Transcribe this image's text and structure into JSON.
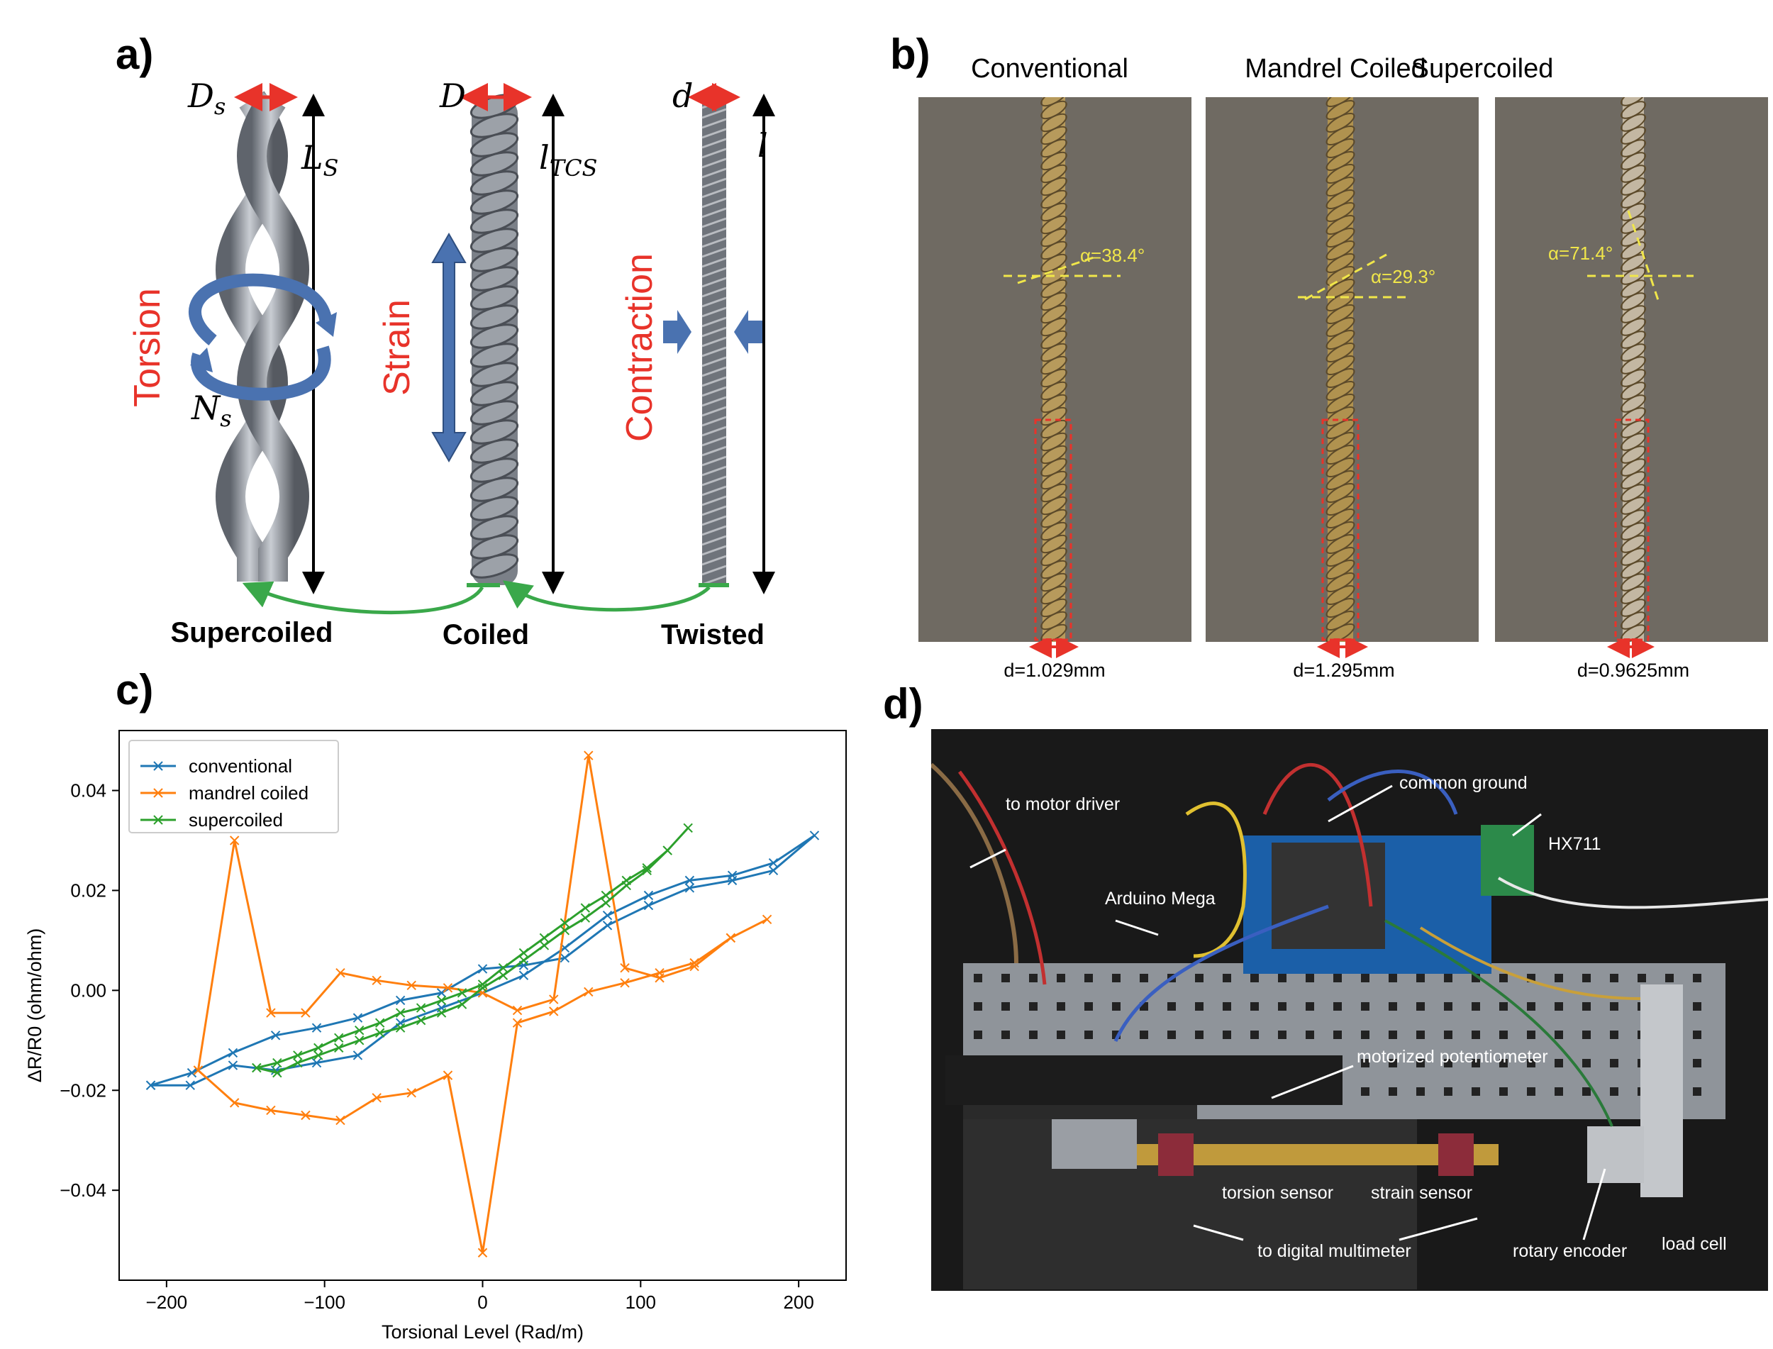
{
  "panels": {
    "a": "a)",
    "b": "b)",
    "c": "c)",
    "d": "d)"
  },
  "panel_a": {
    "fibers": [
      {
        "label": "Supercoiled",
        "diameter_symbol": "D",
        "diameter_sub": "s",
        "length_symbol": "L",
        "length_sub": "S",
        "action": "Torsion",
        "turns_symbol": "N",
        "turns_sub": "s"
      },
      {
        "label": "Coiled",
        "diameter_symbol": "D",
        "length_symbol": "l",
        "length_sub": "TCS",
        "action": "Strain"
      },
      {
        "label": "Twisted",
        "diameter_symbol": "d",
        "length_symbol": "l",
        "action": "Contraction"
      }
    ],
    "colors": {
      "red": "#e8332a",
      "blue": "#4a72b0",
      "green": "#3aa84a",
      "gray": "#8a8f96"
    }
  },
  "panel_b": {
    "columns": [
      {
        "title": "Conventional",
        "angle": "α=38.4°",
        "diameter": "d=1.029mm"
      },
      {
        "title": "Mandrel Coiled",
        "angle": "α=29.3°",
        "diameter": "d=1.295mm"
      },
      {
        "title": "Supercoiled",
        "angle": "α=71.4°",
        "diameter": "d=0.9625mm"
      }
    ]
  },
  "chart_data": {
    "type": "line",
    "title": "",
    "xlabel": "Torsional Level (Rad/m)",
    "ylabel": "ΔR/R0 (ohm/ohm)",
    "xlim": [
      -230,
      230
    ],
    "ylim": [
      -0.058,
      0.052
    ],
    "xticks": [
      -200,
      -100,
      0,
      100,
      200
    ],
    "xtick_labels": [
      "−200",
      "−100",
      "0",
      "100",
      "200"
    ],
    "yticks": [
      -0.04,
      -0.02,
      0.0,
      0.02,
      0.04
    ],
    "ytick_labels": [
      "−0.04",
      "−0.02",
      "0.00",
      "0.02",
      "0.04"
    ],
    "grid": false,
    "legend_position": "top-left",
    "series": [
      {
        "name": "conventional",
        "color": "#1f77b4",
        "x": [
          -210,
          -185,
          -158,
          -131,
          -105,
          -79,
          -52,
          -26,
          0,
          26,
          52,
          79,
          105,
          131,
          158,
          184,
          210,
          184,
          158,
          131,
          105,
          79,
          52,
          26,
          0,
          -26,
          -52,
          -79,
          -105,
          -131,
          -158,
          -184,
          -210
        ],
        "y": [
          -0.019,
          -0.019,
          -0.015,
          -0.016,
          -0.0145,
          -0.013,
          -0.0065,
          -0.0035,
          -0.0005,
          0.003,
          0.0085,
          0.015,
          0.019,
          0.022,
          0.023,
          0.0255,
          0.031,
          0.024,
          0.022,
          0.0205,
          0.017,
          0.013,
          0.0065,
          0.005,
          0.0043,
          -0.0005,
          -0.002,
          -0.0055,
          -0.0075,
          -0.009,
          -0.0125,
          -0.0165,
          -0.019
        ]
      },
      {
        "name": "mandrel coiled",
        "color": "#ff7f0e",
        "x": [
          -180,
          -157,
          -134,
          -112,
          -90,
          -67,
          -45,
          -22,
          0,
          22,
          45,
          67,
          90,
          112,
          134,
          157,
          180,
          157,
          134,
          112,
          90,
          67,
          45,
          22,
          0,
          -22,
          -45,
          -67,
          -90,
          -112,
          -134,
          -157,
          -180
        ],
        "y": [
          -0.016,
          0.03,
          -0.0045,
          -0.0045,
          0.0035,
          0.002,
          0.001,
          0.0005,
          -0.0005,
          -0.004,
          -0.0018,
          0.047,
          0.0045,
          0.0025,
          0.0048,
          0.0105,
          0.0142,
          0.0105,
          0.0055,
          0.0035,
          0.0015,
          -0.0003,
          -0.0042,
          -0.0065,
          -0.0525,
          -0.017,
          -0.0205,
          -0.0215,
          -0.026,
          -0.025,
          -0.024,
          -0.0225,
          -0.016
        ]
      },
      {
        "name": "supercoiled",
        "color": "#2ca02c",
        "x": [
          -143,
          -130,
          -117,
          -104,
          -91,
          -78,
          -65,
          -52,
          -39,
          -26,
          -13,
          0,
          13,
          26,
          39,
          52,
          65,
          78,
          91,
          104,
          117,
          130,
          117,
          104,
          91,
          78,
          65,
          52,
          39,
          26,
          13,
          0,
          -13,
          -26,
          -39,
          -52,
          -65,
          -78,
          -91,
          -104,
          -117,
          -130,
          -143
        ],
        "y": [
          -0.0155,
          -0.0145,
          -0.013,
          -0.0115,
          -0.0095,
          -0.008,
          -0.0065,
          -0.0045,
          -0.0035,
          -0.002,
          -0.0005,
          0.0012,
          0.0045,
          0.0075,
          0.0105,
          0.0135,
          0.0165,
          0.019,
          0.022,
          0.0245,
          0.028,
          0.0325,
          0.028,
          0.024,
          0.021,
          0.0175,
          0.0145,
          0.012,
          0.009,
          0.006,
          0.003,
          0.0005,
          -0.0028,
          -0.0045,
          -0.006,
          -0.0075,
          -0.0085,
          -0.01,
          -0.0115,
          -0.013,
          -0.0145,
          -0.0165,
          -0.0155
        ]
      }
    ]
  },
  "panel_d": {
    "labels": {
      "motor_driver": "to motor driver",
      "common_ground": "common ground",
      "hx711": "HX711",
      "arduino": "Arduino Mega",
      "potentiometer": "motorized potentiometer",
      "torsion_sensor": "torsion sensor",
      "strain_sensor": "strain sensor",
      "multimeter": "to digital multimeter",
      "rotary_encoder": "rotary encoder",
      "load_cell": "load cell"
    }
  }
}
